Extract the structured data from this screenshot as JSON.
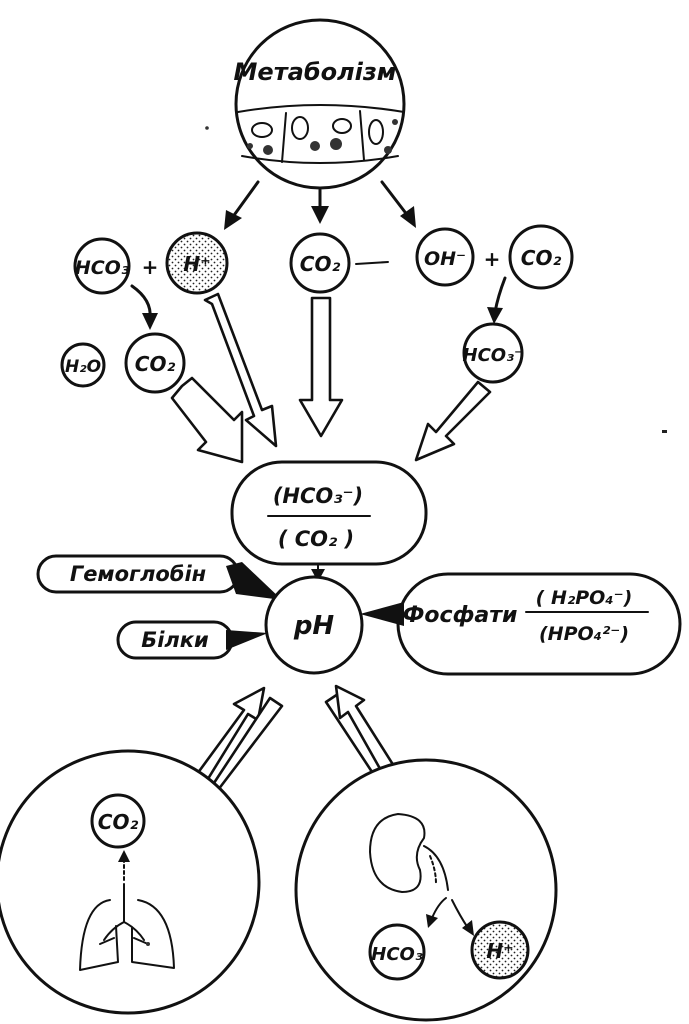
{
  "metabolism": {
    "label": "Метаболізм"
  },
  "left_reaction": {
    "bicarbonate": "HCO₃",
    "plus": "+",
    "hydrogen": "H⁺",
    "water": "H₂O",
    "co2": "CO₂"
  },
  "center": {
    "co2": "CO₂"
  },
  "right_reaction": {
    "hydroxide": "OH⁻",
    "plus": "+",
    "co2": "CO₂",
    "bicarbonate": "HCO₃⁻"
  },
  "ratio": {
    "numerator": "(HCO₃⁻)",
    "denominator": "( CO₂ )"
  },
  "buffers": {
    "hemoglobin": "Гемоглобін",
    "proteins": "Білки",
    "phosphates": "Фосфати",
    "phosphate_numerator": "( H₂PO₄⁻)",
    "phosphate_denominator": "(HPO₄²⁻)"
  },
  "ph": {
    "label": "pH"
  },
  "lungs": {
    "co2": "CO₂"
  },
  "kidney": {
    "bicarbonate": "HCO₃",
    "hydrogen": "H⁺"
  }
}
